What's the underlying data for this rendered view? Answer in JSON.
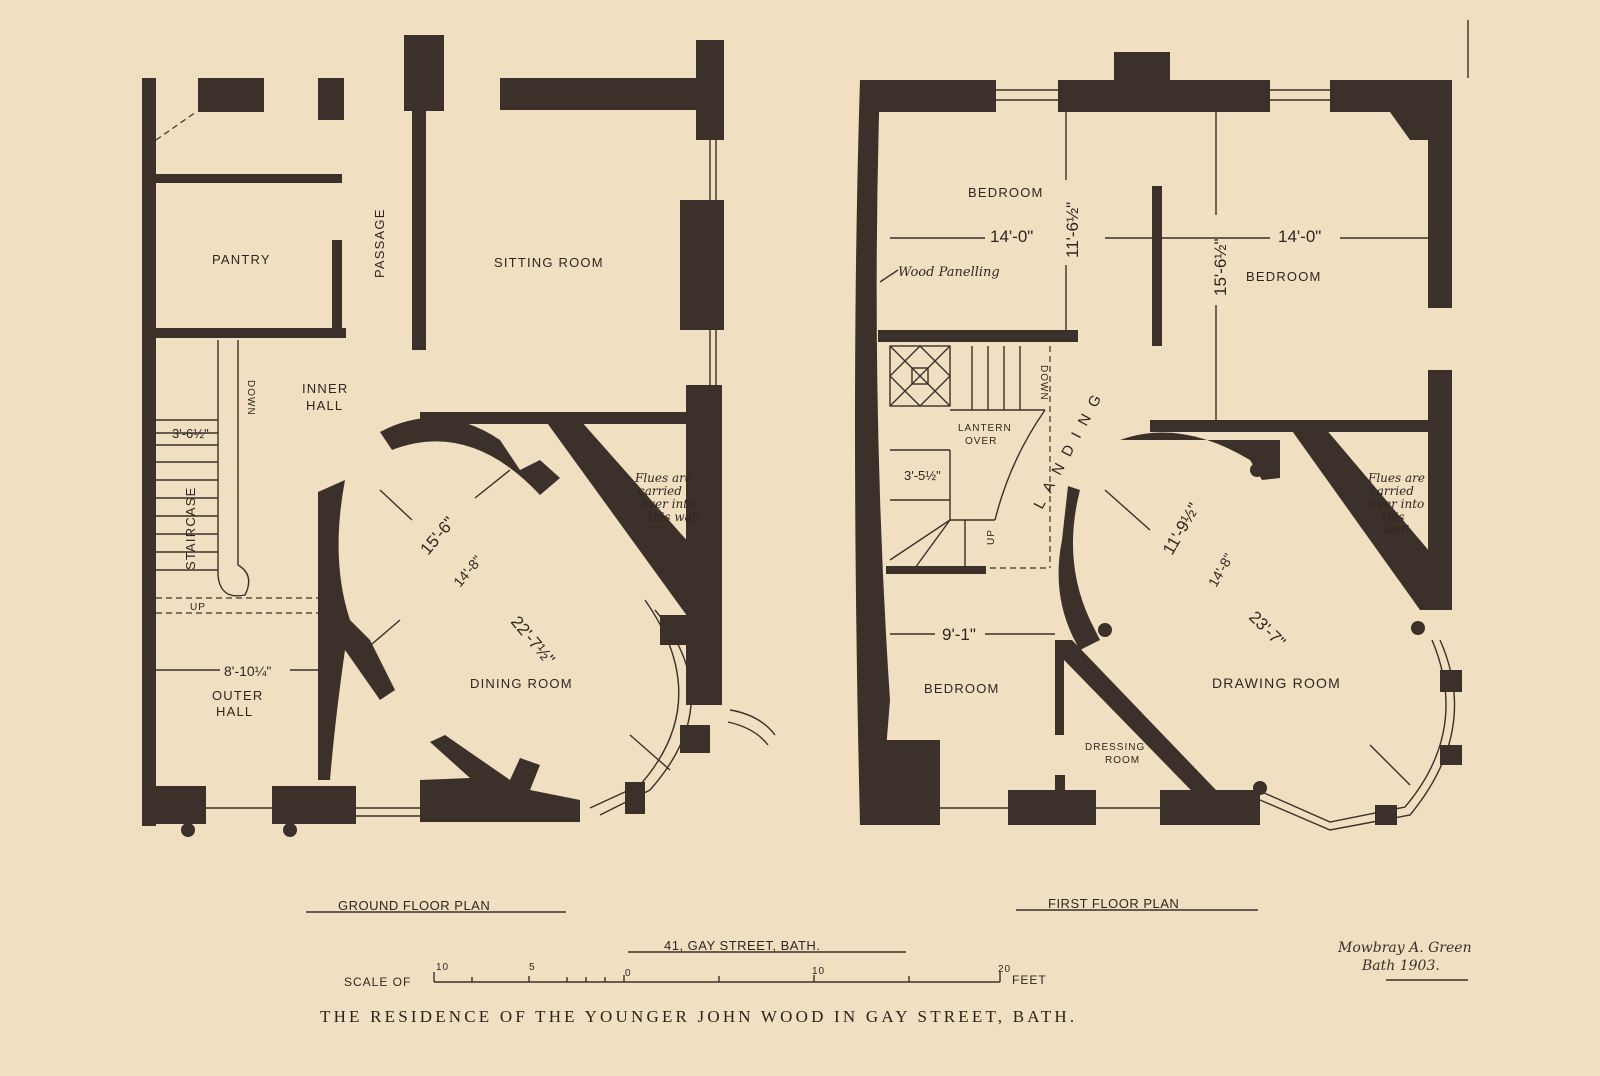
{
  "plans": {
    "ground": {
      "title": "GROUND FLOOR PLAN",
      "rooms": {
        "pantry": "PANTRY",
        "passage": "PASSAGE",
        "sitting_room": "SITTING ROOM",
        "inner_hall_1": "INNER",
        "inner_hall_2": "HALL",
        "staircase": "STAIRCASE",
        "outer_hall_1": "OUTER",
        "outer_hall_2": "HALL",
        "dining_room": "DINING ROOM"
      },
      "stair_labels": {
        "down": "DOWN",
        "up": "UP"
      },
      "dimensions": {
        "stair_width": "3'-6½\"",
        "outer_hall": "8'-10¼\"",
        "dining_a": "15'-6\"",
        "dining_b": "14'-8\"",
        "dining_c": "22'-7½\""
      },
      "note": [
        "Flues are",
        "carried",
        "over into",
        "this wall"
      ]
    },
    "first": {
      "title": "FIRST FLOOR PLAN",
      "rooms": {
        "bedroom_1": "BEDROOM",
        "bedroom_2": "BEDROOM",
        "bedroom_3": "BEDROOM",
        "lantern_1": "LANTERN",
        "lantern_2": "OVER",
        "landing": "LANDING",
        "dressing_1": "DRESSING",
        "dressing_2": "ROOM",
        "drawing_room": "DRAWING ROOM"
      },
      "stair_labels": {
        "down": "DOWN",
        "up": "UP"
      },
      "wood_panelling": "Wood Panelling",
      "dimensions": {
        "bed1_w": "14'-0\"",
        "bed1_d": "11'-6½\"",
        "bed2_w": "14'-0\"",
        "bed2_d": "15'-6½\"",
        "stair_width": "3'-5½\"",
        "bed3_w": "9'-1\"",
        "drawing_a": "11'-9½\"",
        "drawing_b": "14'-8\"",
        "drawing_c": "23'-7\""
      },
      "note": [
        "Flues are",
        "carried",
        "over into",
        "this",
        "wall"
      ]
    }
  },
  "address": "41, GAY STREET, BATH.",
  "scale": {
    "label": "SCALE OF",
    "ticks": [
      "10",
      "5",
      "0",
      "10",
      "20"
    ],
    "unit": "FEET"
  },
  "signature": [
    "Mowbray A. Green",
    "Bath 1903."
  ],
  "caption": "THE RESIDENCE OF THE YOUNGER JOHN WOOD IN GAY STREET, BATH.",
  "colors": {
    "paper": "#f1dfc1",
    "ink": "#3b302a"
  }
}
